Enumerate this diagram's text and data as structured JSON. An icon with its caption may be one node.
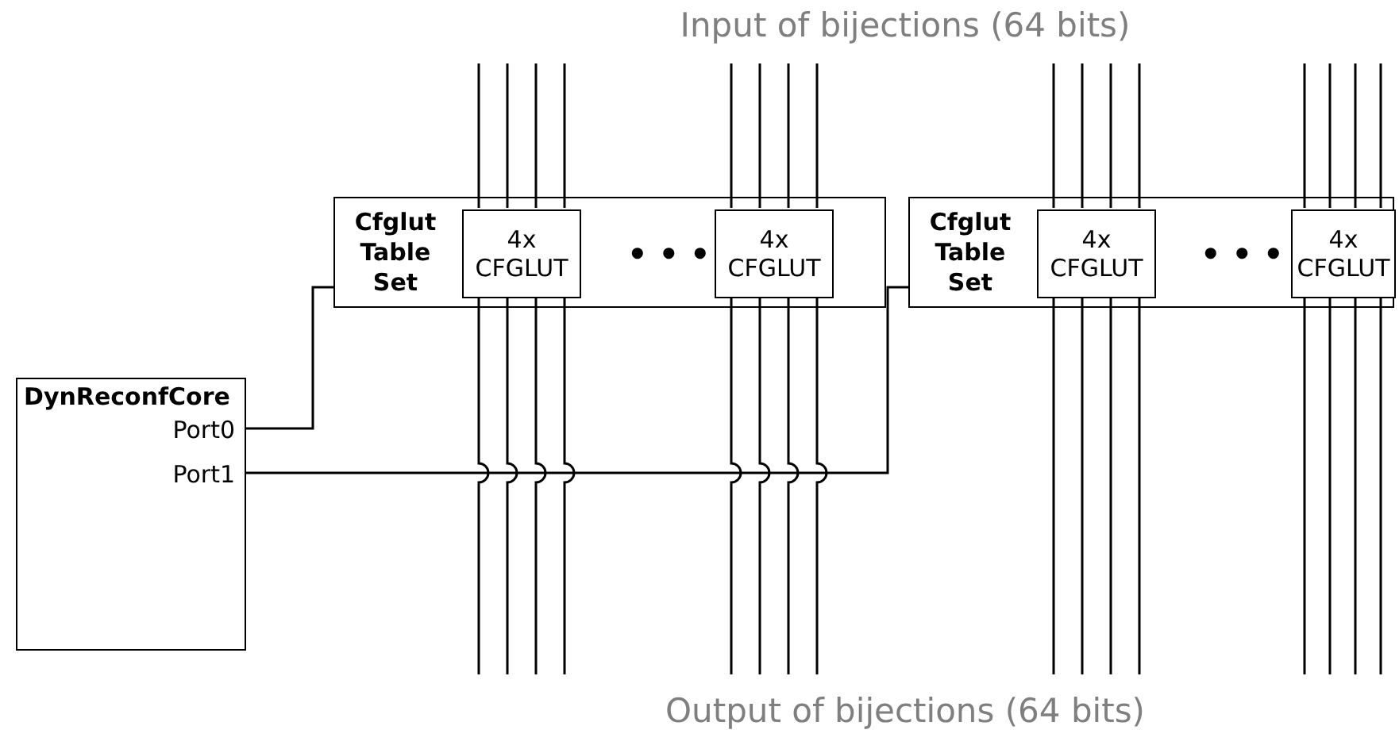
{
  "diagram": {
    "title": "Input of bijections (64 bits)",
    "caption": "Output of bijections (64 bits)",
    "nodes": [
      {
        "text": [
          "DynReconfCore"
        ]
      },
      {
        "text": [
          "Port0"
        ],
        "in": 0
      },
      {
        "text": [
          "Port1"
        ],
        "in": 0
      },
      {
        "text": [
          "Cfglut Table Set"
        ]
      },
      {
        "text": [
          "4x CFGLUT"
        ],
        "in": 3
      },
      {
        "text": [
          "4x CFGLUT"
        ],
        "in": 3
      },
      {
        "text": [
          "Cfglut Table Set"
        ]
      },
      {
        "text": [
          "4x CFGLUT"
        ],
        "in": 6
      },
      {
        "text": [
          "4x CFGLUT"
        ],
        "in": 6
      }
    ],
    "edges": [
      {
        "from": 1,
        "to": 3,
        "arrow": "none"
      },
      {
        "from": 2,
        "to": 6,
        "arrow": "none"
      },
      {
        "from": null,
        "to": 4,
        "arrow": "none"
      },
      {
        "from": null,
        "to": 4,
        "arrow": "none"
      },
      {
        "from": null,
        "to": 4,
        "arrow": "none"
      },
      {
        "from": null,
        "to": 4,
        "arrow": "none"
      },
      {
        "from": null,
        "to": 5,
        "arrow": "none"
      },
      {
        "from": null,
        "to": 5,
        "arrow": "none"
      },
      {
        "from": null,
        "to": 5,
        "arrow": "none"
      },
      {
        "from": null,
        "to": 5,
        "arrow": "none"
      },
      {
        "from": null,
        "to": 7,
        "arrow": "none"
      },
      {
        "from": null,
        "to": 7,
        "arrow": "none"
      },
      {
        "from": null,
        "to": 7,
        "arrow": "none"
      },
      {
        "from": null,
        "to": 7,
        "arrow": "none"
      },
      {
        "from": null,
        "to": 8,
        "arrow": "none"
      },
      {
        "from": null,
        "to": 8,
        "arrow": "none"
      },
      {
        "from": null,
        "to": 8,
        "arrow": "none"
      },
      {
        "from": null,
        "to": 8,
        "arrow": "none"
      },
      {
        "from": 4,
        "to": null,
        "arrow": "none"
      },
      {
        "from": 4,
        "to": null,
        "arrow": "none"
      },
      {
        "from": 4,
        "to": null,
        "arrow": "none"
      },
      {
        "from": 4,
        "to": null,
        "arrow": "none"
      },
      {
        "from": 5,
        "to": null,
        "arrow": "none"
      },
      {
        "from": 5,
        "to": null,
        "arrow": "none"
      },
      {
        "from": 5,
        "to": null,
        "arrow": "none"
      },
      {
        "from": 5,
        "to": null,
        "arrow": "none"
      },
      {
        "from": 7,
        "to": null,
        "arrow": "none"
      },
      {
        "from": 7,
        "to": null,
        "arrow": "none"
      },
      {
        "from": 7,
        "to": null,
        "arrow": "none"
      },
      {
        "from": 7,
        "to": null,
        "arrow": "none"
      },
      {
        "from": 8,
        "to": null,
        "arrow": "none"
      },
      {
        "from": 8,
        "to": null,
        "arrow": "none"
      },
      {
        "from": 8,
        "to": null,
        "arrow": "none"
      },
      {
        "from": 8,
        "to": null,
        "arrow": "none"
      }
    ],
    "labels": [
      "• • •",
      "• • •"
    ]
  }
}
